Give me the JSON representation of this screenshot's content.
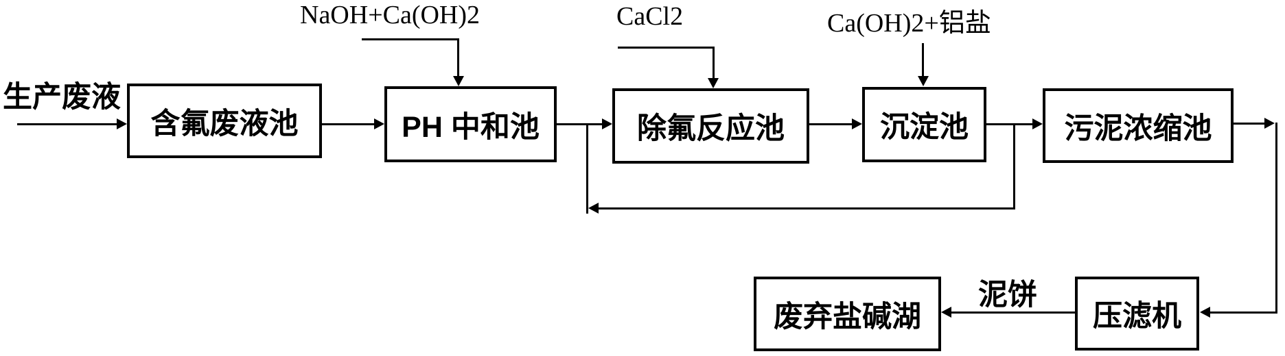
{
  "diagram": {
    "background": "#ffffff",
    "line_color": "#000000",
    "text_color": "#000000",
    "source_label": "生产废液",
    "boxes": [
      {
        "label": "含氟废液池"
      },
      {
        "label": "PH 中和池"
      },
      {
        "label": "除氟反应池"
      },
      {
        "label": "沉淀池"
      },
      {
        "label": "污泥浓缩池"
      },
      {
        "label": "压滤机"
      },
      {
        "label": "废弃盐碱湖"
      }
    ],
    "reagents": [
      {
        "text": "NaOH+Ca(OH)2"
      },
      {
        "text": "CaCl2"
      },
      {
        "text": "Ca(OH)2+铝盐"
      }
    ],
    "flow_labels": [
      {
        "text": "泥饼"
      }
    ]
  }
}
